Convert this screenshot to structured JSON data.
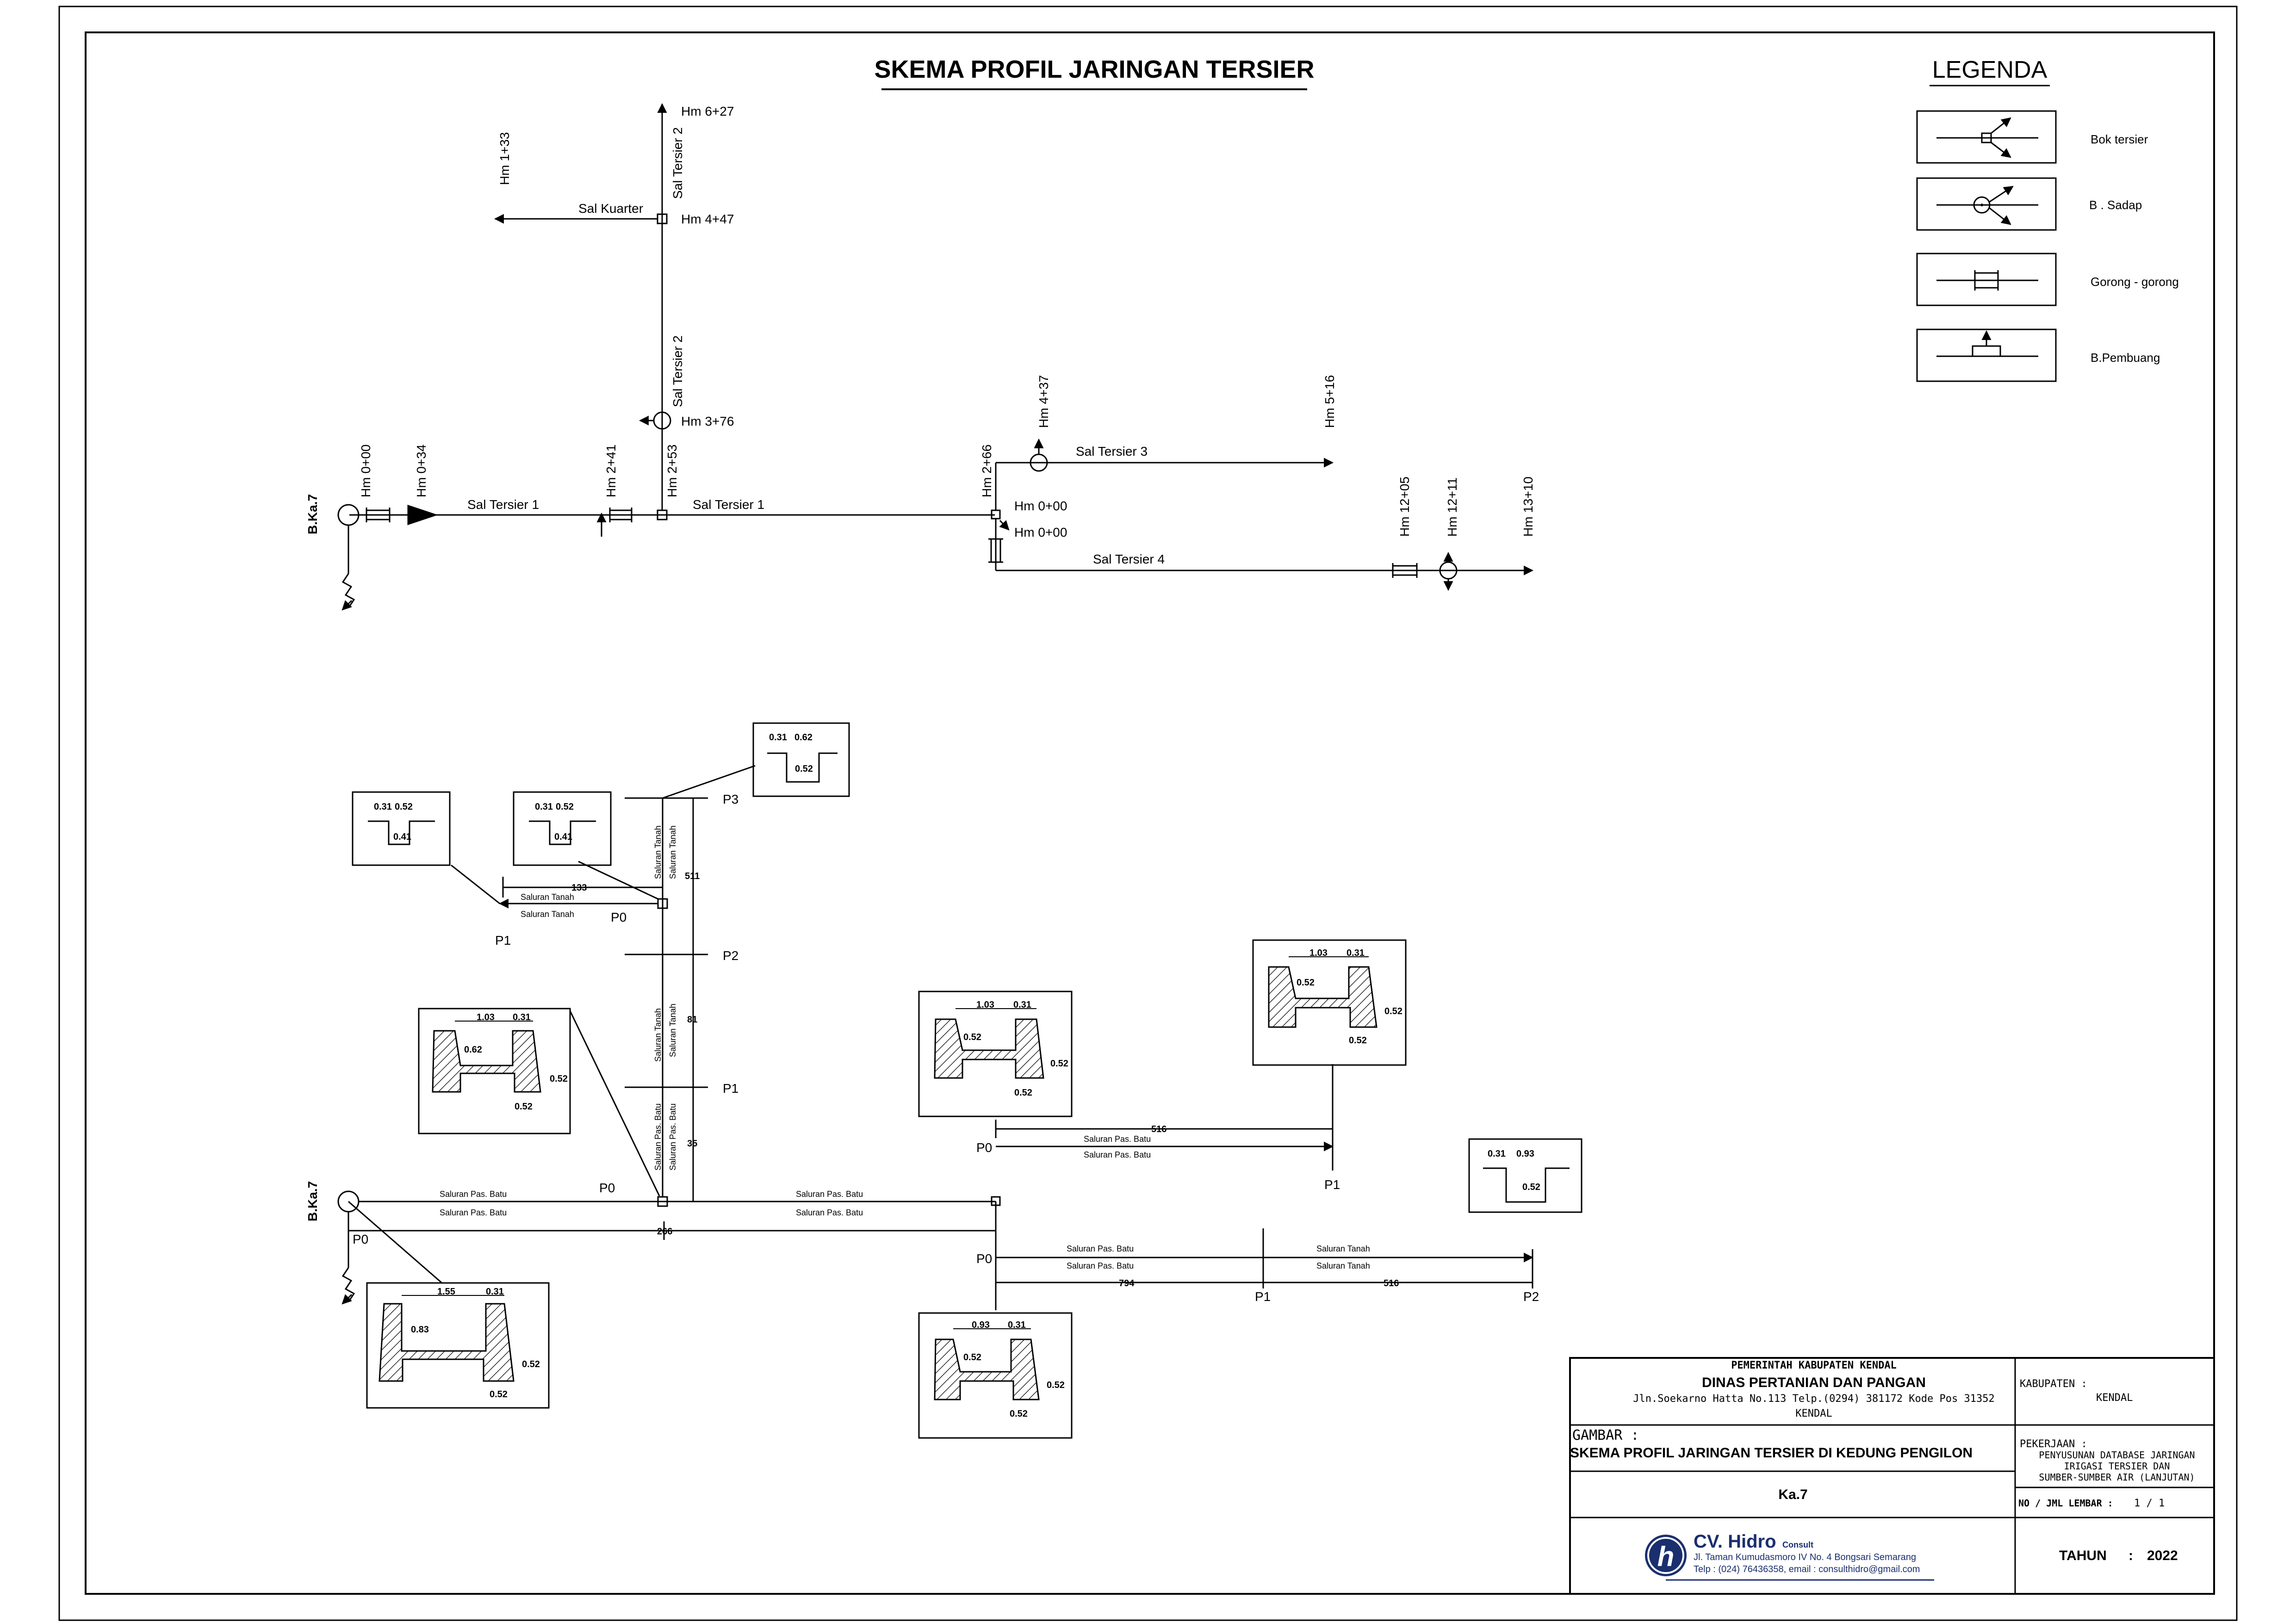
{
  "drawing": {
    "title": "SKEMA PROFIL JARINGAN TERSIER",
    "legend_title": "LEGENDA"
  },
  "legend": {
    "items": [
      {
        "icon": "bok-tersier-icon",
        "label": "Bok tersier"
      },
      {
        "icon": "bangunan-sadap-icon",
        "label": "B . Sadap"
      },
      {
        "icon": "gorong-gorong-icon",
        "label": "Gorong - gorong"
      },
      {
        "icon": "bangunan-pembuang-icon",
        "label": "B.Pembuang"
      }
    ]
  },
  "schema": {
    "source": "B.Ka.7",
    "stations": {
      "hm_0_00": "Hm 0+00",
      "hm_0_34": "Hm 0+34",
      "hm_2_41": "Hm 2+41",
      "hm_2_53": "Hm 2+53",
      "hm_2_66": "Hm 2+66",
      "hm_1_33": "Hm 1+33",
      "hm_6_27": "Hm 6+27",
      "hm_4_47": "Hm 4+47",
      "hm_3_76": "Hm 3+76",
      "hm_4_37": "Hm 4+37",
      "hm_5_16": "Hm 5+16",
      "hm_0_00_b": "Hm 0+00",
      "hm_0_00_c": "Hm 0+00",
      "hm_12_05": "Hm 12+05",
      "hm_12_11": "Hm 12+11",
      "hm_13_10": "Hm 13+10"
    },
    "channels": {
      "sal_tersier_1_a": "Sal Tersier 1",
      "sal_tersier_1_b": "Sal Tersier 1",
      "sal_tersier_2_a": "Sal Tersier 2",
      "sal_tersier_2_b": "Sal Tersier 2",
      "sal_kuarter": "Sal Kuarter",
      "sal_tersier_3": "Sal Tersier 3",
      "sal_tersier_4": "Sal Tersier 4"
    }
  },
  "profile": {
    "source": "B.Ka.7",
    "points": {
      "p0_src": "P0",
      "p0_junction": "P0",
      "p1_branch": "P1",
      "p2_branch": "P2",
      "p3_branch": "P3",
      "p0_left": "P0",
      "p1_left": "P1",
      "p0_t3": "P0",
      "p1_t3": "P1",
      "p0_t4": "P0",
      "p1_t4": "P1",
      "p2_t4": "P2"
    },
    "channel_types": {
      "main_top_left": "Saluran Pas. Batu",
      "main_bottom_left": "Saluran Pas. Batu",
      "main_top_right": "Saluran Pas. Batu",
      "main_bottom_right": "Saluran Pas. Batu",
      "vert_batu_1": "Saluran Pas. Batu",
      "vert_batu_2": "Saluran Pas. Batu",
      "vert_tanah_1": "Saluran Tanah",
      "vert_tanah_2": "Saluran Tanah",
      "vert_tanah_3": "Saluran Tanah",
      "vert_tanah_4": "Saluran Tanah",
      "left_tanah_1": "Saluran Tanah",
      "left_tanah_2": "Saluran Tanah",
      "t3_batu_1": "Saluran Pas. Batu",
      "t3_batu_2": "Saluran Pas. Batu",
      "t4_batu_1": "Saluran Pas. Batu",
      "t4_batu_2": "Saluran Pas. Batu",
      "t4_tanah_1": "Saluran Tanah",
      "t4_tanah_2": "Saluran Tanah"
    },
    "lengths": {
      "main": "266",
      "vert_35": "35",
      "vert_81": "81",
      "vert_511": "511",
      "left_133": "133",
      "t3_516": "516",
      "t4_794": "794",
      "t4_516": "516"
    },
    "sections": {
      "s1": {
        "a": "1.55",
        "b": "0.31",
        "h": "0.83",
        "d": "0.52",
        "e": "0.52"
      },
      "s2": {
        "a": "1.03",
        "b": "0.31",
        "h": "0.62",
        "d": "0.52",
        "e": "0.52"
      },
      "s3": {
        "a": "0.31",
        "b": "0.52",
        "h": "0.41"
      },
      "s4": {
        "a": "0.31",
        "b": "0.52",
        "h": "0.41"
      },
      "s5": {
        "a": "0.31",
        "b": "0.62",
        "h": "0.52"
      },
      "s6": {
        "a": "1.03",
        "b": "0.31",
        "h": "0.52",
        "d": "0.52",
        "e": "0.52"
      },
      "s7": {
        "a": "1.03",
        "b": "0.31",
        "h": "0.52",
        "d": "0.52",
        "e": "0.52"
      },
      "s8": {
        "a": "0.93",
        "b": "0.31",
        "h": "0.52",
        "d": "0.52",
        "e": "0.52"
      },
      "s9": {
        "a": "0.31",
        "b": "0.93",
        "h": "0.52"
      }
    }
  },
  "title_block": {
    "agency_1": "PEMERINTAH KABUPATEN KENDAL",
    "agency_2": "DINAS PERTANIAN DAN PANGAN",
    "address": "Jln.Soekarno Hatta No.113 Telp.(0294) 381172 Kode Pos 31352",
    "city": "KENDAL",
    "kabupaten_label": "KABUPATEN :",
    "kabupaten_value": "KENDAL",
    "gambar_label": "GAMBAR :",
    "gambar_value": "SKEMA PROFIL JARINGAN TERSIER DI KEDUNG PENGILON",
    "pekerjaan_label": "PEKERJAAN :",
    "pekerjaan_1": "PENYUSUNAN DATABASE JARINGAN",
    "pekerjaan_2": "IRIGASI TERSIER DAN",
    "pekerjaan_3": "SUMBER-SUMBER AIR (LANJUTAN)",
    "code": "Ka.7",
    "lembar_label": "NO / JML LEMBAR :",
    "lembar_value": "1 / 1",
    "tahun_label": "TAHUN",
    "tahun_sep": ":",
    "tahun_value": "2022",
    "consultant": "CV. Hidro",
    "consultant_suffix": "Consult",
    "consultant_addr": "Jl. Taman Kumudasmoro IV No. 4 Bongsari Semarang",
    "consultant_contact": "Telp : (024) 76436358, email : consulthidro@gmail.com",
    "logo_letter": "h"
  }
}
